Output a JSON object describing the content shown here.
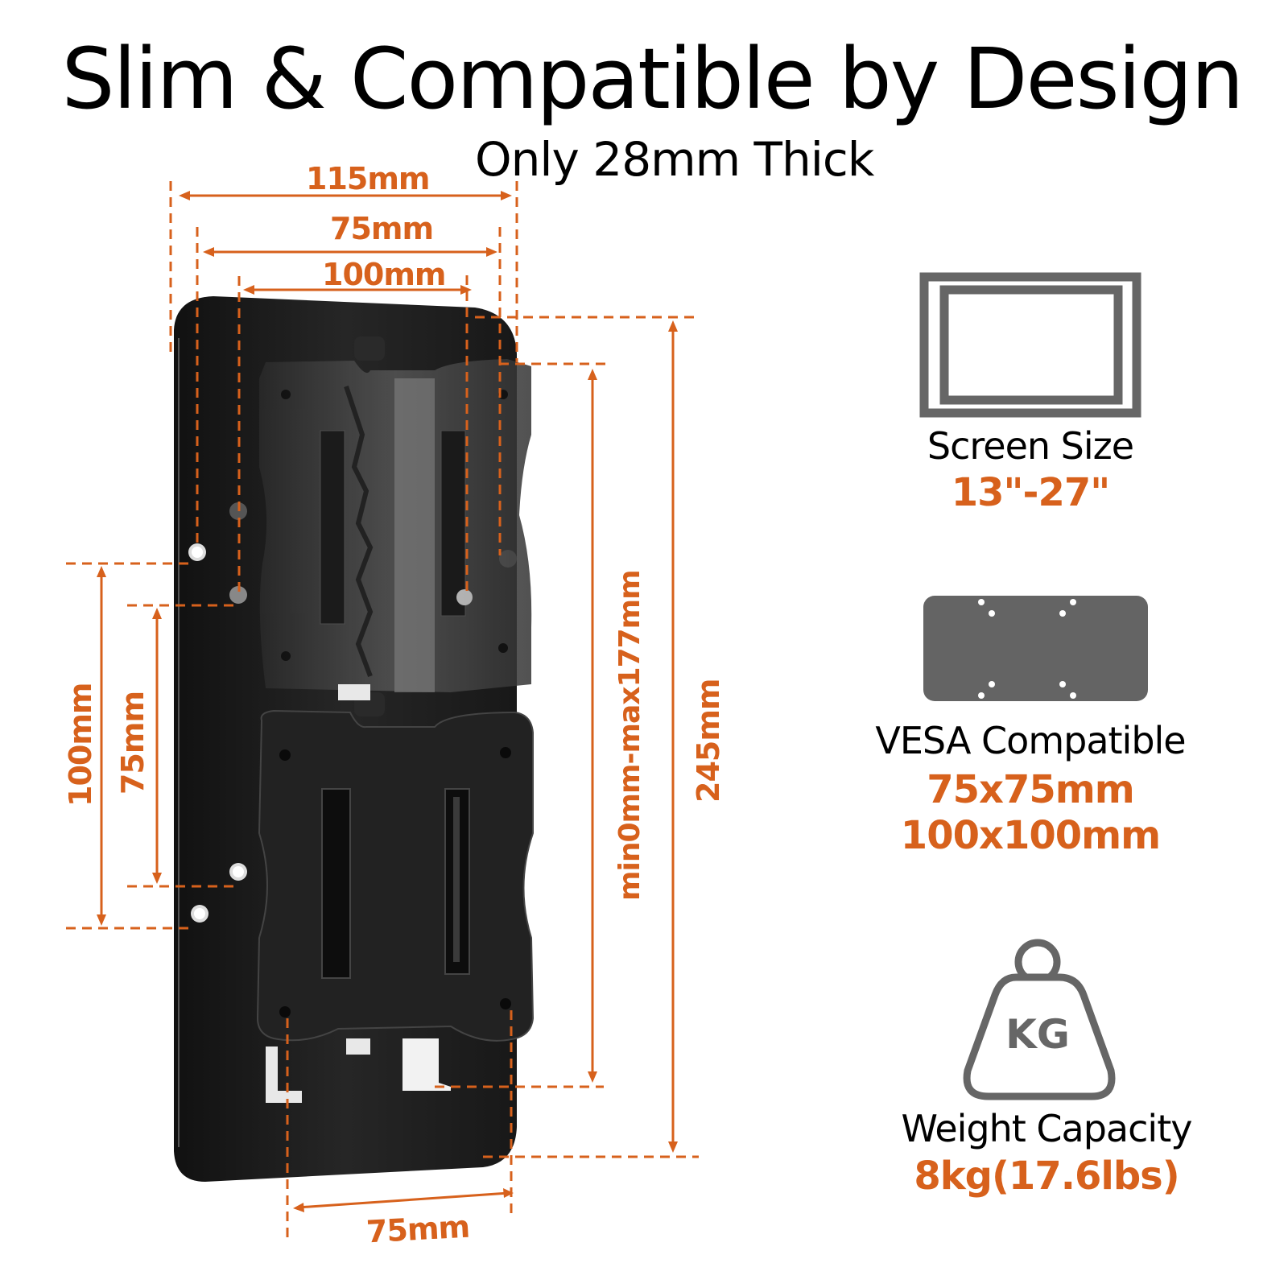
{
  "header": {
    "title": "Slim & Compatible by Design",
    "subtitle": "Only 28mm Thick"
  },
  "dimensions": {
    "top_width_outer": "115mm",
    "top_width_vesa_small": "75mm",
    "top_width_vesa_large": "100mm",
    "left_height_large": "100mm",
    "left_height_small": "75mm",
    "travel_range": "min0mm-max177mm",
    "total_height": "245mm",
    "bottom_width": "75mm"
  },
  "features": [
    {
      "icon": "monitor-icon",
      "label": "Screen Size",
      "value_lines": [
        "13\"-27\""
      ]
    },
    {
      "icon": "vesa-plate-icon",
      "label": "VESA Compatible",
      "value_lines": [
        "75x75mm",
        "100x100mm"
      ]
    },
    {
      "icon": "kg-weight-icon",
      "icon_text": "KG",
      "label": "Weight Capacity",
      "value_lines": [
        "8kg(17.6lbs)"
      ]
    }
  ],
  "colors": {
    "accent": "#d7611c",
    "icon_gray": "#666666",
    "plate_black": "#1e1e1e",
    "text": "#000000"
  }
}
